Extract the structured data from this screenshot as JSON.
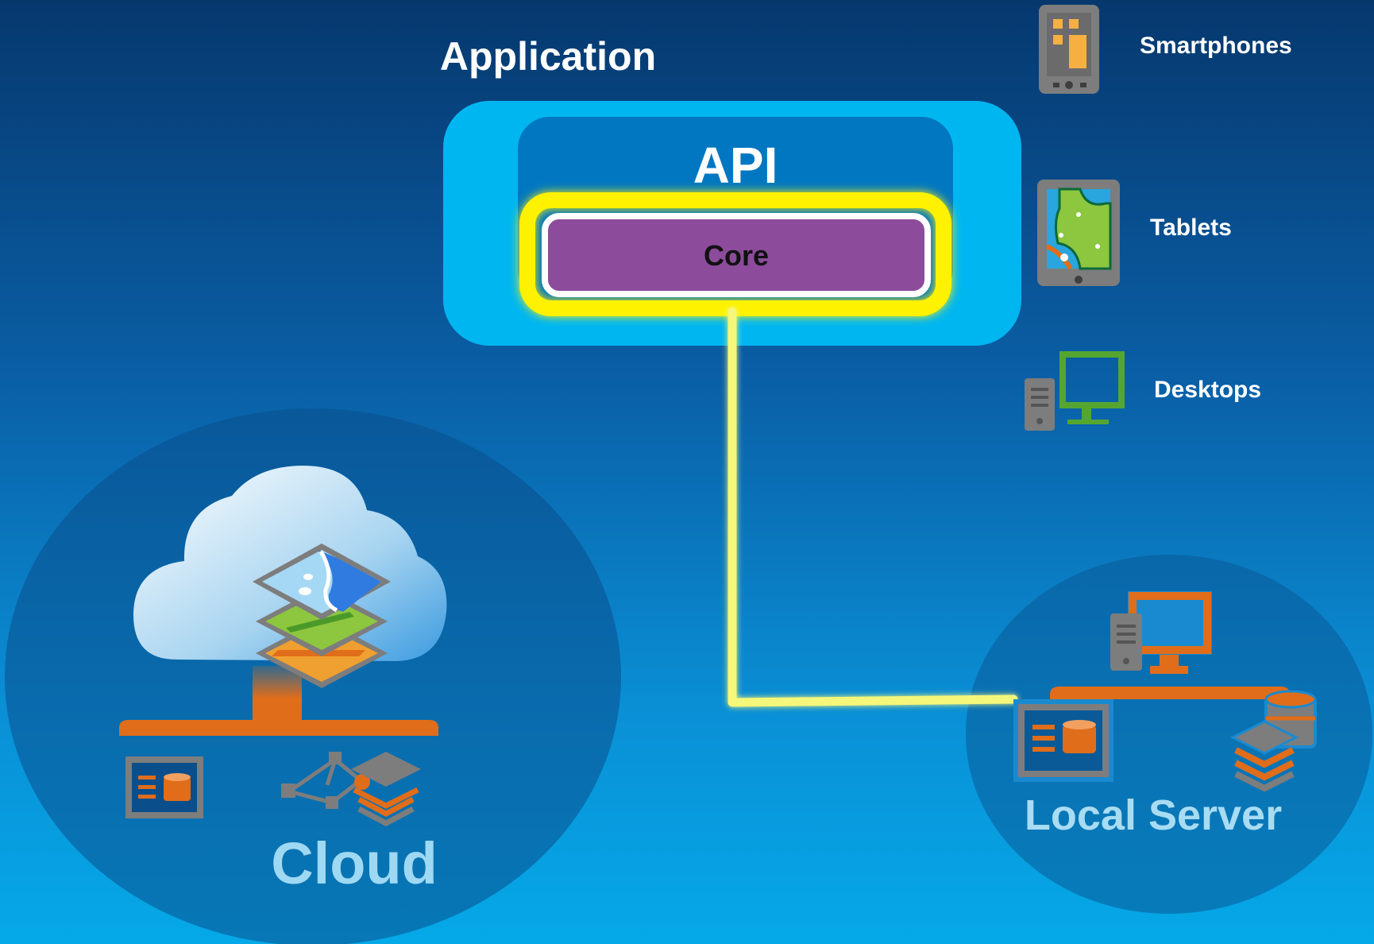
{
  "application": {
    "title": "Application"
  },
  "api": {
    "label": "API",
    "core_label": "Core"
  },
  "devices": [
    {
      "label": "Smartphones",
      "icon": "smartphone-icon"
    },
    {
      "label": "Tablets",
      "icon": "tablet-icon"
    },
    {
      "label": "Desktops",
      "icon": "desktop-icon"
    }
  ],
  "cloud": {
    "label": "Cloud"
  },
  "local_server": {
    "label": "Local Server"
  },
  "colors": {
    "api_outer": "#00b6f0",
    "api_inner": "#0077c0",
    "core_fill": "#8c4b9b",
    "highlight": "#fff200",
    "connector": "#f4f77a",
    "orange": "#e06d1a",
    "gray": "#808080"
  }
}
